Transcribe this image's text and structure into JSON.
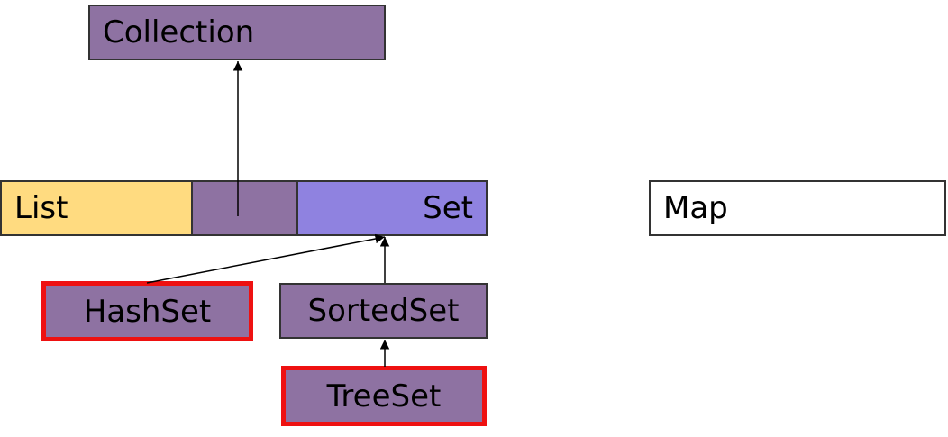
{
  "nodes": {
    "collection": "Collection",
    "list": "List",
    "set": "Set",
    "map": "Map",
    "hashset": "HashSet",
    "sortedset": "SortedSet",
    "treeset": "TreeSet"
  },
  "colors": {
    "purple": "#8e72a2",
    "list_yellow": "#ffdb80",
    "set_blue": "#8f82e0",
    "highlight_red": "#ee1111"
  }
}
